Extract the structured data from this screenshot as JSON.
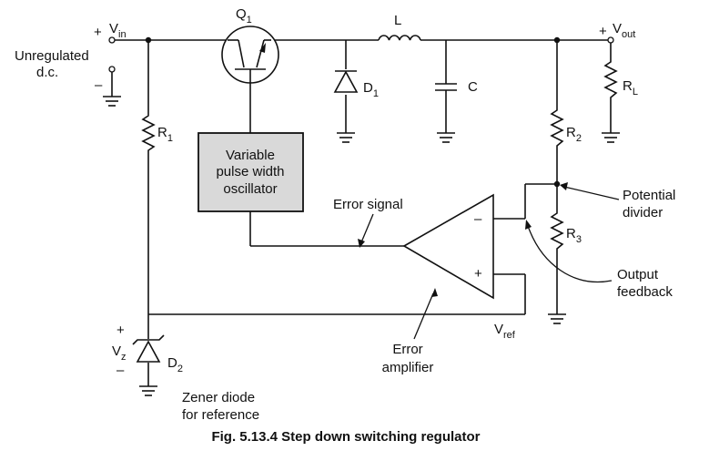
{
  "labels": {
    "vin_plus": "+",
    "vin_v": "V",
    "vin_sub": "in",
    "unregulated_line1": "Unregulated",
    "unregulated_line2": "d.c.",
    "vin_minus": "–",
    "q1_q": "Q",
    "q1_sub": "1",
    "inductor": "L",
    "d1_d": "D",
    "d1_sub": "1",
    "capacitor": "C",
    "vout_plus": "+",
    "vout_v": "V",
    "vout_sub": "out",
    "rl_r": "R",
    "rl_sub": "L",
    "r1_r": "R",
    "r1_sub": "1",
    "r2_r": "R",
    "r2_sub": "2",
    "r3_r": "R",
    "r3_sub": "3",
    "oscillator_line1": "Variable",
    "oscillator_line2": "pulse width",
    "oscillator_line3": "oscillator",
    "error_signal": "Error signal",
    "opamp_minus": "–",
    "opamp_plus": "+",
    "potential_line1": "Potential",
    "potential_line2": "divider",
    "output_line1": "Output",
    "output_line2": "feedback",
    "vref_v": "V",
    "vref_sub": "ref",
    "error_amp_line1": "Error",
    "error_amp_line2": "amplifier",
    "vz_plus": "+",
    "vz_v": "V",
    "vz_sub": "z",
    "vz_minus": "–",
    "d2_d": "D",
    "d2_sub": "2",
    "zener_line1": "Zener diode",
    "zener_line2": "for reference",
    "caption": "Fig. 5.13.4 Step down switching regulator"
  },
  "colors": {
    "wire": "#111111",
    "oscillator_fill": "#d9d9d9"
  }
}
